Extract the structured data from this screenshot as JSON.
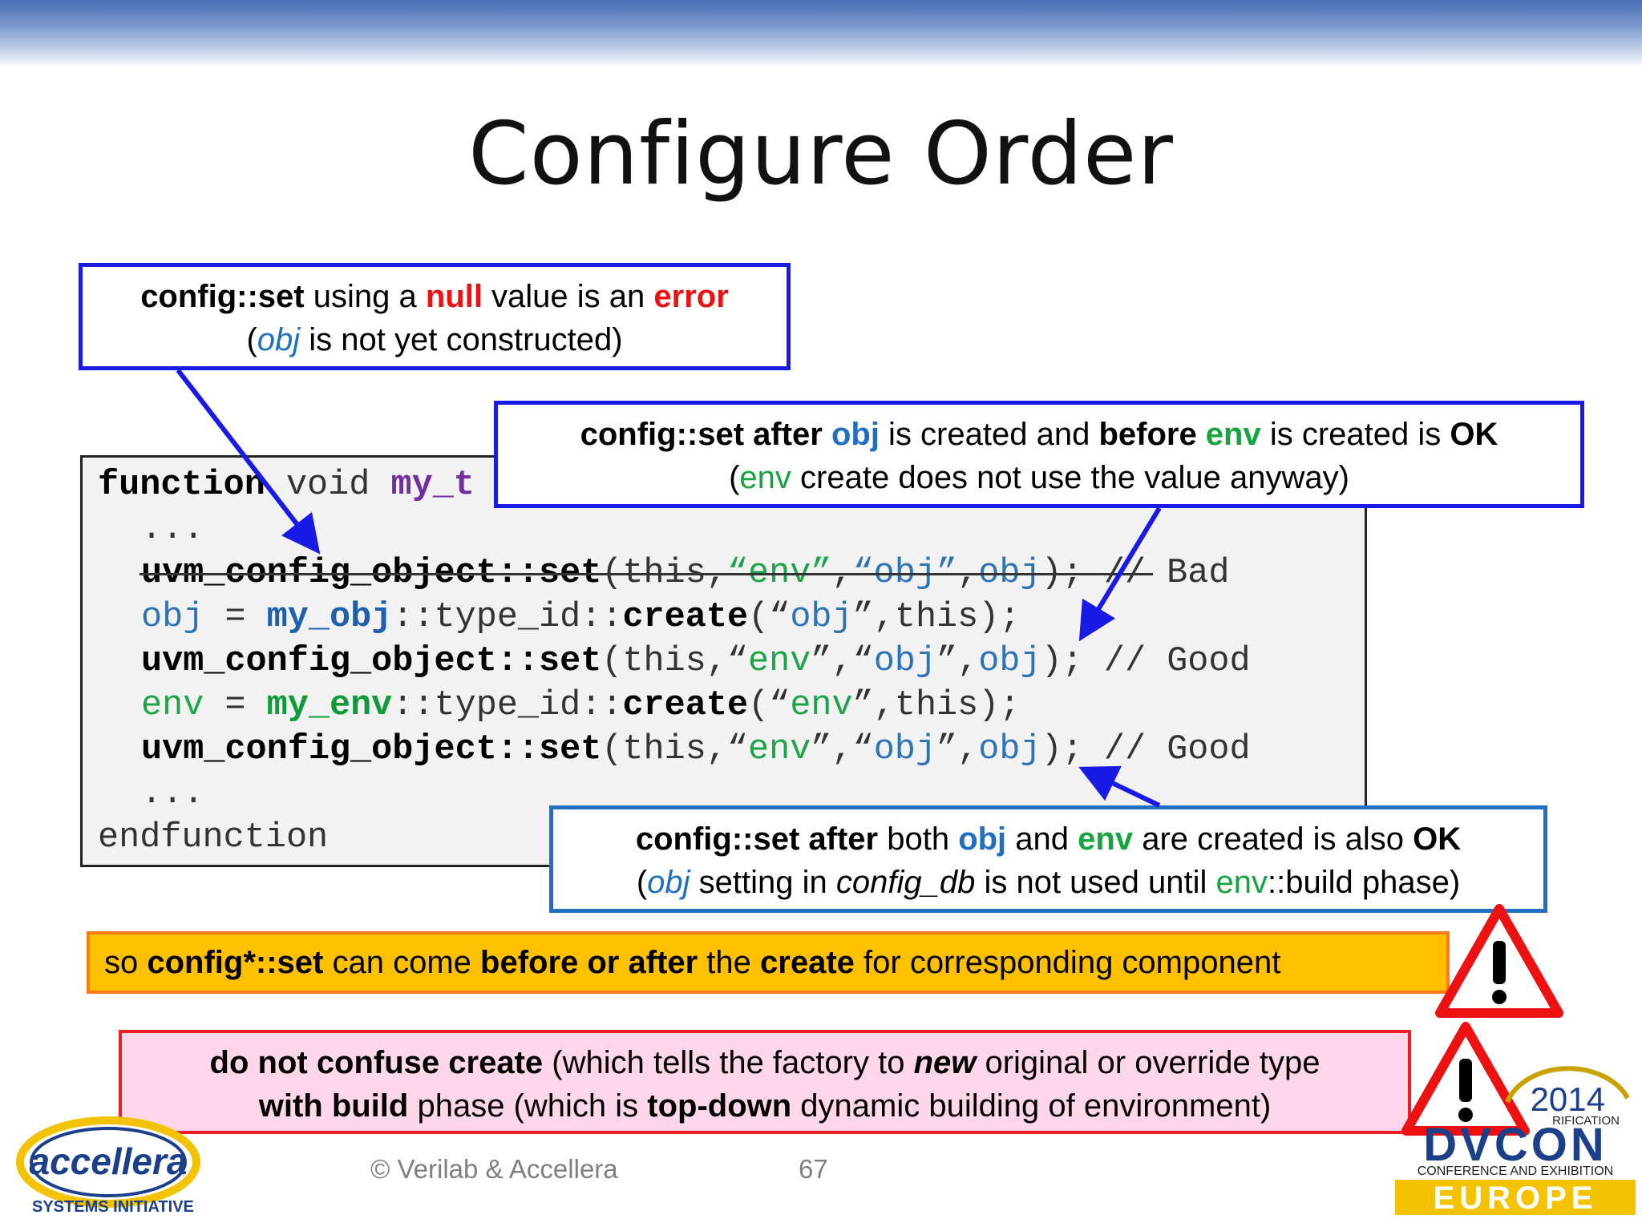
{
  "slide": {
    "title": "Configure Order"
  },
  "code": {
    "line1_kw": "function",
    "line1_rest": " void ",
    "line1_name": "my_t",
    "line2": "...",
    "line3_a": "uvm_config_object::set",
    "line3_b": "(this,",
    "line3_env": "“env”",
    "line3_c": ",",
    "line3_obj": "“obj”",
    "line3_d": ",",
    "line3_objv": "obj",
    "line3_e": ");",
    "line3_comment": " // Bad",
    "line4_obj": "obj",
    "line4_eq": " = ",
    "line4_type": "my_obj",
    "line4_b": "::type_id::",
    "line4_create": "create",
    "line4_c": "(“",
    "line4_str": "obj",
    "line4_d": "”,this);",
    "line5_a": "uvm_config_object::set",
    "line5_b": "(this,“",
    "line5_env": "env",
    "line5_c": "”,“",
    "line5_obj": "obj",
    "line5_d": "”,",
    "line5_objv": "obj",
    "line5_e": ");",
    "line5_comment": " // Good",
    "line6_env": "env",
    "line6_eq": " = ",
    "line6_type": "my_env",
    "line6_b": "::type_id::",
    "line6_create": "create",
    "line6_c": "(“",
    "line6_str": "env",
    "line6_d": "”,this);",
    "line7_a": "uvm_config_object::set",
    "line7_b": "(this,“",
    "line7_env": "env",
    "line7_c": "”,“",
    "line7_obj": "obj",
    "line7_d": "”,",
    "line7_objv": "obj",
    "line7_e": ");",
    "line7_comment": " // Good",
    "line8": "...",
    "line9": "endfunction"
  },
  "callout1": {
    "a": "config::set",
    "b": " using a ",
    "c": "null",
    "d": " value is an ",
    "e": "error",
    "f": "(",
    "g": "obj",
    "h": " is not yet constructed)"
  },
  "callout2": {
    "a": "config::set after ",
    "b": "obj",
    "c": " is created and ",
    "d": "before ",
    "e": "env",
    "f": " is created is ",
    "g": "OK",
    "h": "(",
    "i": "env",
    "j": " create does not use the value anyway)"
  },
  "callout3": {
    "a": "config::set after",
    "b": " both ",
    "c": "obj",
    "d": " and ",
    "e": "env",
    "f": " are created is also ",
    "g": "OK",
    "h": "(",
    "i": "obj",
    "j": " setting in ",
    "k": "config_db",
    "l": " is not used until ",
    "m": "env",
    "n": "::build phase)"
  },
  "note1": {
    "a": "so ",
    "b": "config*::set",
    "c": " can come ",
    "d": "before or after",
    "e": " the ",
    "f": "create",
    "g": " for corresponding component"
  },
  "note2": {
    "a": "do not confuse create",
    "b": " (which tells the factory to ",
    "c": "new",
    "d": " original or override type",
    "e": "with build",
    "f": " phase (which is ",
    "g": "top-down",
    "h": " dynamic building of environment)"
  },
  "footer": {
    "copyright": "© Verilab & Accellera",
    "page": "67"
  },
  "logos": {
    "accellera_word": "accellera",
    "accellera_sub": "SYSTEMS INITIATIVE",
    "dvcon_year": "2014",
    "dvcon_verif": "RIFICATION",
    "dvcon_word": "DVCON",
    "dvcon_sub": "CONFERENCE AND EXHIBITION",
    "dvcon_region": "EUROPE"
  },
  "icons": [
    "warning-icon",
    "warning-icon"
  ],
  "colors": {
    "callout_border": "#1a1ae6",
    "note1_bg": "#ffc000",
    "note2_bg": "#ffd6ea",
    "alert_red": "#ee1111"
  }
}
